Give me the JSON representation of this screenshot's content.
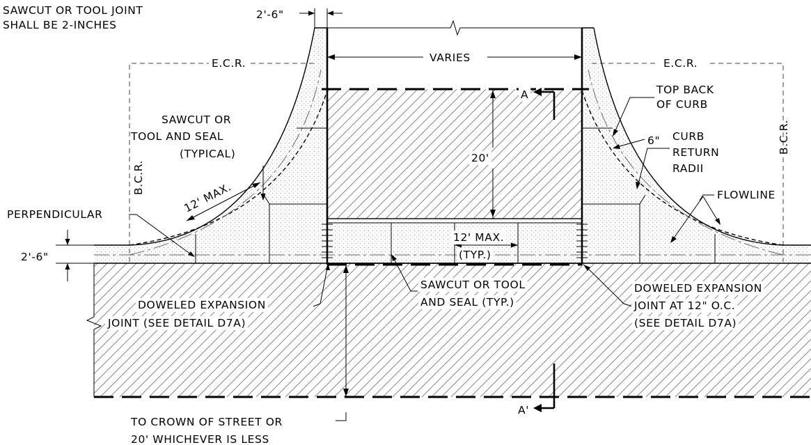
{
  "labels": {
    "sawcut_note_1": "SAWCUT OR TOOL JOINT",
    "sawcut_note_2": "SHALL BE 2-INCHES",
    "dim_2ft6_top": "2'-6\"",
    "varies": "VARIES",
    "ecr_left": "E.C.R.",
    "ecr_right": "E.C.R.",
    "section_a": "A",
    "section_a_prime": "A'",
    "top_back_1": "TOP BACK",
    "top_back_2": "OF CURB",
    "sawcut_seal_1": "SAWCUT OR",
    "sawcut_seal_2": "TOOL AND SEAL",
    "sawcut_seal_3": "(TYPICAL)",
    "dim_20": "20'",
    "dim_6in": "6\"",
    "curb_return_1": "CURB",
    "curb_return_2": "RETURN",
    "curb_return_3": "RADII",
    "bcr_left": "B.C.R.",
    "bcr_right": "B.C.R.",
    "twelve_max_left": "12' MAX.",
    "flowline": "FLOWLINE",
    "perpendicular": "PERPENDICULAR",
    "twelve_max_mid": "12' MAX.",
    "typ_mid": "(TYP.)",
    "dim_2ft6_left": "2'-6\"",
    "sawcut_tool_1": "SAWCUT OR TOOL",
    "sawcut_tool_2": "AND SEAL (TYP.)",
    "doweled_left_1": "DOWELED EXPANSION",
    "doweled_left_2": "JOINT (SEE DETAIL D7A)",
    "doweled_right_1": "DOWELED EXPANSION",
    "doweled_right_2": "JOINT AT 12\" O.C.",
    "doweled_right_3": "(SEE DETAIL D7A)",
    "crown_1": "TO CROWN OF STREET OR",
    "crown_2": "20' WHICHEVER IS LESS"
  }
}
